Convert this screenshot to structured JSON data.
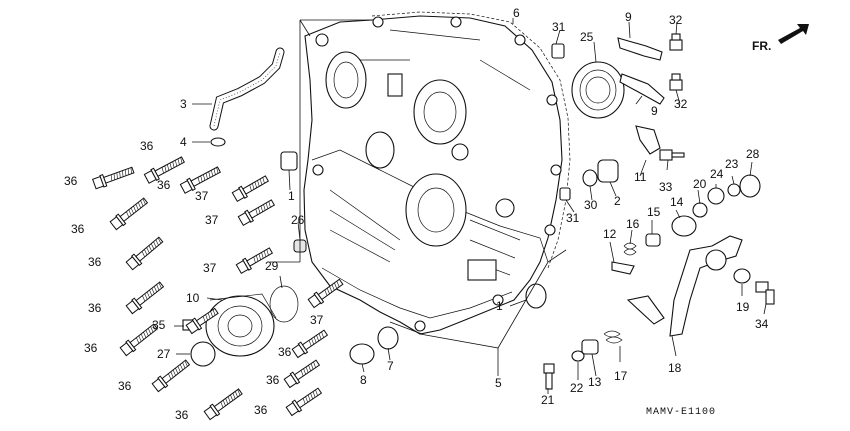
{
  "diagram": {
    "direction_label": "FR.",
    "drawing_code": "MAMV-E1100",
    "callouts": [
      {
        "id": "c1a",
        "text": "1"
      },
      {
        "id": "c1b",
        "text": "1"
      },
      {
        "id": "c2",
        "text": "2"
      },
      {
        "id": "c3",
        "text": "3"
      },
      {
        "id": "c4",
        "text": "4"
      },
      {
        "id": "c5",
        "text": "5"
      },
      {
        "id": "c6",
        "text": "6"
      },
      {
        "id": "c7",
        "text": "7"
      },
      {
        "id": "c8",
        "text": "8"
      },
      {
        "id": "c9a",
        "text": "9"
      },
      {
        "id": "c9b",
        "text": "9"
      },
      {
        "id": "c10",
        "text": "10"
      },
      {
        "id": "c11",
        "text": "11"
      },
      {
        "id": "c12",
        "text": "12"
      },
      {
        "id": "c13",
        "text": "13"
      },
      {
        "id": "c14",
        "text": "14"
      },
      {
        "id": "c15",
        "text": "15"
      },
      {
        "id": "c16",
        "text": "16"
      },
      {
        "id": "c17",
        "text": "17"
      },
      {
        "id": "c18",
        "text": "18"
      },
      {
        "id": "c19",
        "text": "19"
      },
      {
        "id": "c20",
        "text": "20"
      },
      {
        "id": "c21",
        "text": "21"
      },
      {
        "id": "c22",
        "text": "22"
      },
      {
        "id": "c23",
        "text": "23"
      },
      {
        "id": "c24",
        "text": "24"
      },
      {
        "id": "c25",
        "text": "25"
      },
      {
        "id": "c26",
        "text": "26"
      },
      {
        "id": "c27",
        "text": "27"
      },
      {
        "id": "c28",
        "text": "28"
      },
      {
        "id": "c29",
        "text": "29"
      },
      {
        "id": "c30",
        "text": "30"
      },
      {
        "id": "c31a",
        "text": "31"
      },
      {
        "id": "c31b",
        "text": "31"
      },
      {
        "id": "c32a",
        "text": "32"
      },
      {
        "id": "c32b",
        "text": "32"
      },
      {
        "id": "c33",
        "text": "33"
      },
      {
        "id": "c34",
        "text": "34"
      },
      {
        "id": "c35",
        "text": "35"
      },
      {
        "id": "c36a",
        "text": "36"
      },
      {
        "id": "c36b",
        "text": "36"
      },
      {
        "id": "c36c",
        "text": "36"
      },
      {
        "id": "c36d",
        "text": "36"
      },
      {
        "id": "c36e",
        "text": "36"
      },
      {
        "id": "c36f",
        "text": "36"
      },
      {
        "id": "c36g",
        "text": "36"
      },
      {
        "id": "c36h",
        "text": "36"
      },
      {
        "id": "c36i",
        "text": "36"
      },
      {
        "id": "c36j",
        "text": "36"
      },
      {
        "id": "c36k",
        "text": "36"
      },
      {
        "id": "c36l",
        "text": "36"
      },
      {
        "id": "c37a",
        "text": "37"
      },
      {
        "id": "c37b",
        "text": "37"
      },
      {
        "id": "c37c",
        "text": "37"
      },
      {
        "id": "c37d",
        "text": "37"
      }
    ]
  }
}
